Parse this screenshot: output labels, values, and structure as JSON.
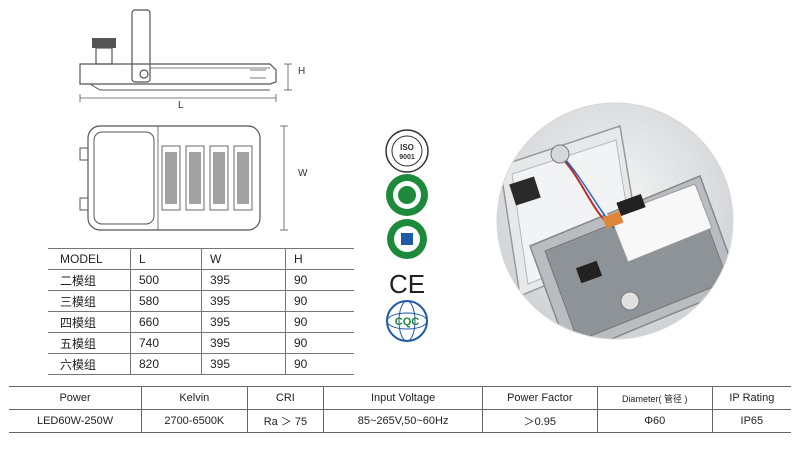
{
  "dimensions": {
    "height_label": "H",
    "length_label": "L",
    "width_label": "W"
  },
  "model_table": {
    "headers": [
      "MODEL",
      "L",
      "W",
      "H"
    ],
    "rows": [
      [
        "二模组",
        "500",
        "395",
        "90"
      ],
      [
        "三模组",
        "580",
        "395",
        "90"
      ],
      [
        "四模组",
        "660",
        "395",
        "90"
      ],
      [
        "五模组",
        "740",
        "395",
        "90"
      ],
      [
        "六模组",
        "820",
        "395",
        "90"
      ]
    ]
  },
  "certifications": {
    "iso": "ISO 9001",
    "ce": "CE",
    "cqc": "CQC"
  },
  "spec_table": {
    "headers": [
      "Power",
      "Kelvin",
      "CRI",
      "Input Voltage",
      "Power Factor",
      "Diameter( 管径 )",
      "IP Rating"
    ],
    "values": [
      "LED60W-250W",
      "2700-6500K",
      "Ra ＞ 75",
      "85~265V,50~60Hz",
      "＞0.95",
      "Φ60",
      "IP65"
    ]
  },
  "colors": {
    "line": "#555555",
    "cert_blue": "#1f5aa6",
    "cert_green": "#1c8a3a",
    "housing": "#c9cdd1"
  }
}
